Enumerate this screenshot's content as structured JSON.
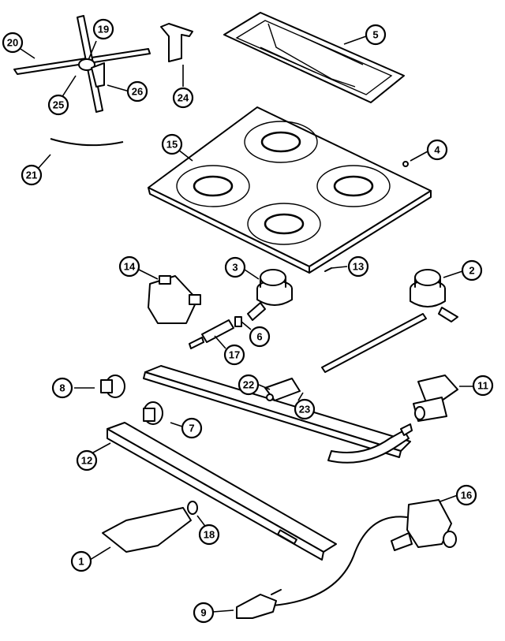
{
  "diagram": {
    "title": "Cooktop parts exploded view",
    "callouts": [
      {
        "id": "20",
        "label": "20",
        "part": "burner-grate-spider-arm"
      },
      {
        "id": "19",
        "label": "19",
        "part": "spider-hub"
      },
      {
        "id": "25",
        "label": "25",
        "part": "spider-clip"
      },
      {
        "id": "26",
        "label": "26",
        "part": "spider-bracket"
      },
      {
        "id": "24",
        "label": "24",
        "part": "bracket"
      },
      {
        "id": "5",
        "label": "5",
        "part": "burner-grate"
      },
      {
        "id": "21",
        "label": "21",
        "part": "spring-wire"
      },
      {
        "id": "15",
        "label": "15",
        "part": "cooktop"
      },
      {
        "id": "4",
        "label": "4",
        "part": "screw"
      },
      {
        "id": "14",
        "label": "14",
        "part": "igniter-switch"
      },
      {
        "id": "3",
        "label": "3",
        "part": "burner-head"
      },
      {
        "id": "13",
        "label": "13",
        "part": "screw"
      },
      {
        "id": "2",
        "label": "2",
        "part": "burner-assembly"
      },
      {
        "id": "6",
        "label": "6",
        "part": "orifice-hood"
      },
      {
        "id": "17",
        "label": "17",
        "part": "valve"
      },
      {
        "id": "8",
        "label": "8",
        "part": "knob"
      },
      {
        "id": "22",
        "label": "22",
        "part": "switch"
      },
      {
        "id": "23",
        "label": "23",
        "part": "switch-clip"
      },
      {
        "id": "11",
        "label": "11",
        "part": "pressure-regulator"
      },
      {
        "id": "7",
        "label": "7",
        "part": "knob"
      },
      {
        "id": "12",
        "label": "12",
        "part": "manifold-bracket"
      },
      {
        "id": "16",
        "label": "16",
        "part": "valve-thermostat"
      },
      {
        "id": "1",
        "label": "1",
        "part": "burner-bracket"
      },
      {
        "id": "18",
        "label": "18",
        "part": "fitting"
      },
      {
        "id": "9",
        "label": "9",
        "part": "thermocouple-bracket"
      }
    ]
  }
}
